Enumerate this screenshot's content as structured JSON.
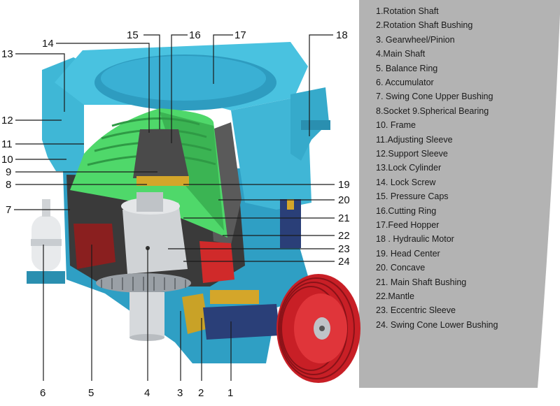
{
  "diagram": {
    "callouts": [
      "1",
      "2",
      "3",
      "4",
      "5",
      "6",
      "7",
      "8",
      "9",
      "10",
      "11",
      "12",
      "13",
      "14",
      "15",
      "16",
      "17",
      "18",
      "19",
      "20",
      "21",
      "22",
      "23",
      "24"
    ],
    "legend": [
      "1.Rotation Shaft",
      "2.Rotation Shaft Bushing",
      "3. Gearwheel/Pinion",
      "4.Main Shaft",
      "5. Balance Ring",
      "6. Accumulator",
      "7. Swing Cone Upper Bushing",
      "8.Socket 9.Spherical Bearing",
      "10. Frame",
      "11.Adjusting Sleeve",
      "12.Support Sleeve",
      "13.Lock Cylinder",
      "14. Lock Screw",
      "15. Pressure Caps",
      "16.Cutting Ring",
      "17.Feed Hopper",
      "18 . Hydraulic Motor",
      "19. Head Center",
      "20. Concave",
      "21. Main Shaft Bushing",
      "22.Mantle",
      "23. Eccentric Sleeve",
      "24. Swing Cone Lower Bushing"
    ],
    "colors": {
      "frame": "#3fb7d6",
      "frame_dark": "#2a8fb0",
      "mantle": "#4fd86a",
      "interior": "#3a3a3a",
      "eccentric": "#d02a2a",
      "pulley": "#e03030",
      "shaft_metal": "#c8ccd0",
      "panel": "#b3b3b3"
    }
  }
}
